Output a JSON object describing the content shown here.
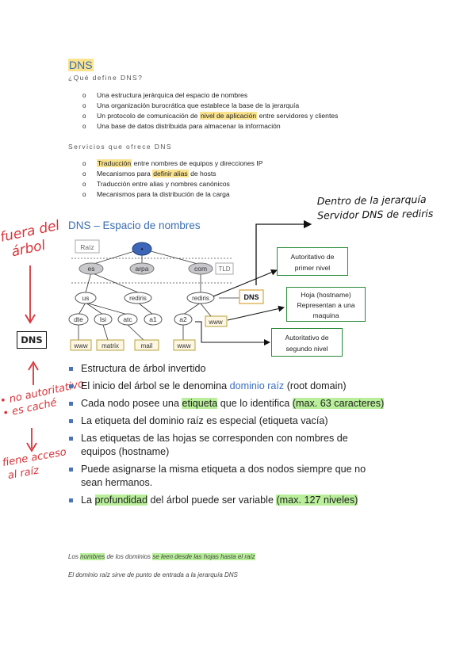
{
  "title": "DNS",
  "define_heading": "¿Qué define DNS?",
  "define_items": [
    {
      "pre": "Una estructura jerárquica del espacio de nombres",
      "hl": "",
      "post": ""
    },
    {
      "pre": "Una organización burocrática que establece la base de la jerarquía",
      "hl": "",
      "post": ""
    },
    {
      "pre": "Un protocolo de comunicación de ",
      "hl": "nivel de aplicación",
      "post": " entre servidores y clientes"
    },
    {
      "pre": "Una base de datos distribuida para almacenar la información",
      "hl": "",
      "post": ""
    }
  ],
  "services_heading": "Servicios que ofrece DNS",
  "services_items": [
    {
      "pre": "",
      "hl": "Traducción",
      "post": " entre nombres  de equipos y direcciones IP"
    },
    {
      "pre": "Mecanismos para ",
      "hl": "definir alias",
      "post": " de hosts"
    },
    {
      "pre": "Traducción entre alias y nombres canónicos",
      "hl": "",
      "post": ""
    },
    {
      "pre": "Mecanismos para la distribución de la carga",
      "hl": "",
      "post": ""
    }
  ],
  "section_title": "DNS – Espacio de nombres",
  "diagram": {
    "raiz": "Raíz",
    "root_dot": "•",
    "tld": "TLD",
    "nodes": {
      "es": "es",
      "arpa": "arpa",
      "com": "com",
      "us": "us",
      "rediris1": "rediris",
      "rediris2": "rediris",
      "dte": "dte",
      "lsi": "lsi",
      "atc": "atc",
      "a1": "a1",
      "a2": "a2"
    },
    "leaves": {
      "www1": "www",
      "matrix": "matrix",
      "mail": "mail",
      "www2": "www",
      "www3": "www",
      "dns": "DNS"
    },
    "callouts": {
      "primer_1": "Autoritativo de",
      "primer_2": "primer nivel",
      "hoja_1": "Hoja (hostname)",
      "hoja_2": "Representan a una",
      "hoja_3": "maquina",
      "segundo_1": "Autoritativo de",
      "segundo_2": "segundo nivel"
    }
  },
  "handwritten": {
    "top_right_1": "Dentro de la jerarquía",
    "top_right_2": "Servidor DNS de rediris",
    "fuera_1": "fuera del",
    "fuera_2": "árbol",
    "dns_box": "DNS",
    "note_1": "• no autoritativo",
    "note_2": "• es caché",
    "fiene_1": "fiene acceso",
    "fiene_2": "al raíz"
  },
  "bullets": [
    {
      "t1": "Estructura de árbol invertido"
    },
    {
      "t1": "El inicio del árbol se le denomina ",
      "t2": "dominio raíz",
      "t3": " (root domain)"
    },
    {
      "t1": "Cada nodo posee una ",
      "t2": "etiqueta",
      "t3": " que lo identifica ",
      "t4": "(max. 63 caracteres)"
    },
    {
      "t1": "La etiqueta del dominio raíz es especial (etiqueta vacía)"
    },
    {
      "t1": "Las etiquetas de las hojas se corresponden con nombres de equipos (hostname)"
    },
    {
      "t1": "Puede asignarse la misma etiqueta a dos nodos siempre que no sean hermanos."
    },
    {
      "t1": "La ",
      "t2": "profundidad",
      "t3": " del árbol puede ser variable ",
      "t4": "(max. 127 niveles)"
    }
  ],
  "foot1": {
    "a": "Los ",
    "b": "nombres",
    "c": " de los dominios ",
    "d": "se leen desde las hojas hasta el raíz"
  },
  "foot2": "El dominio raíz sirve de punto de entrada a la jerarquía DNS",
  "colors": {
    "accent": "#3a6db0",
    "highlight_yellow": "#fbe38e",
    "highlight_green": "#b9ef9a",
    "handwriting_red": "#d8343a"
  }
}
